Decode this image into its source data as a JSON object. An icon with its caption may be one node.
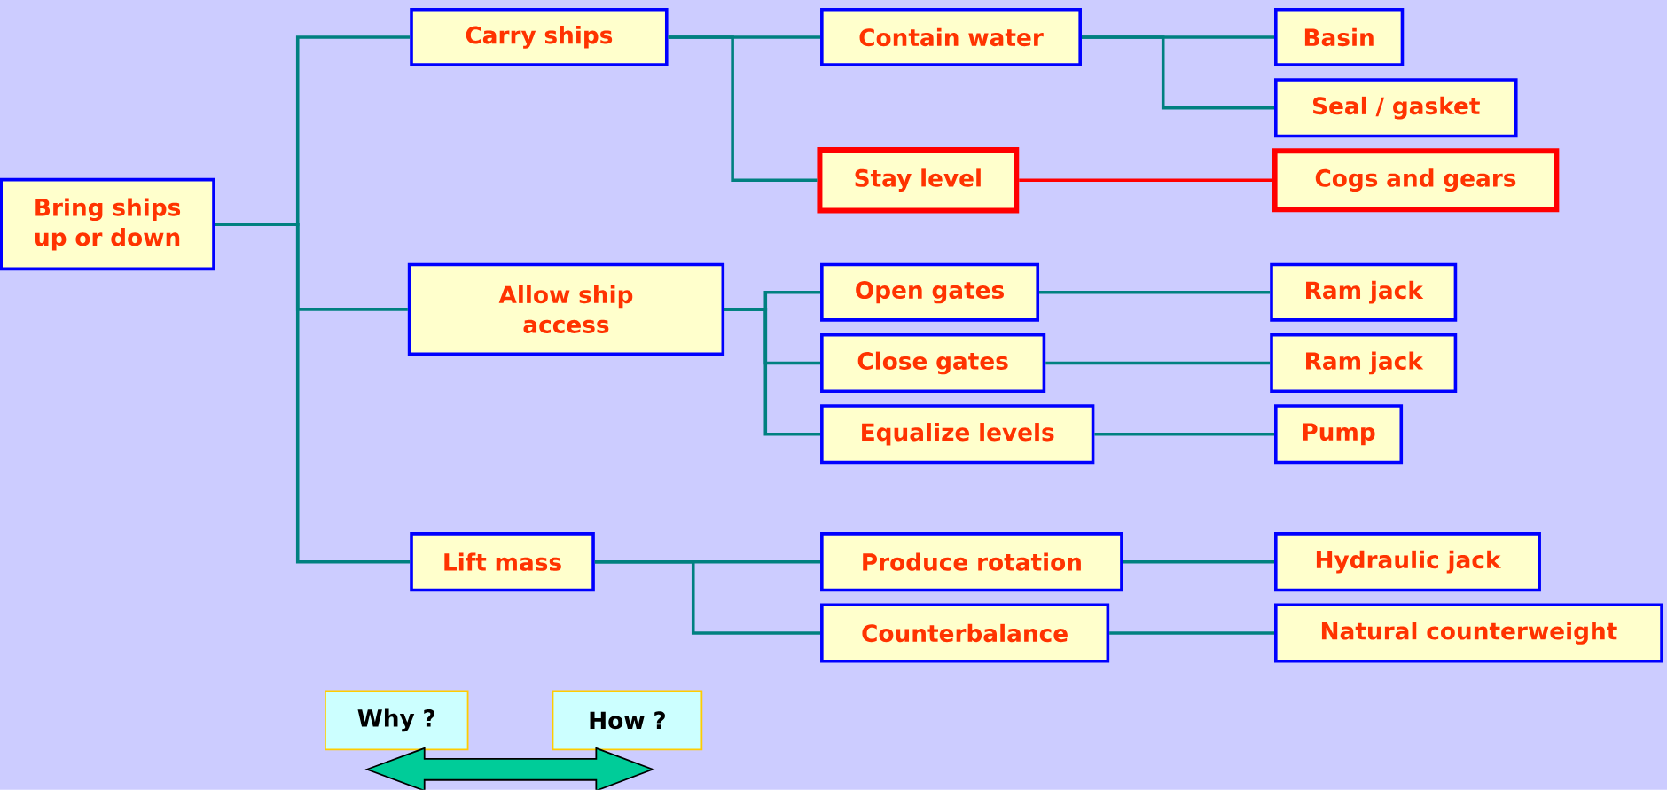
{
  "diagram": {
    "nodes": [
      {
        "text": [
          "Bring ships up or down"
        ]
      },
      {
        "text": [
          "Carry ships"
        ]
      },
      {
        "text": [
          "Contain water"
        ]
      },
      {
        "text": [
          "Basin"
        ]
      },
      {
        "text": [
          "Seal / gasket"
        ]
      },
      {
        "text": [
          "Stay level"
        ]
      },
      {
        "text": [
          "Cogs and gears"
        ]
      },
      {
        "text": [
          "Allow ship access"
        ]
      },
      {
        "text": [
          "Open gates"
        ]
      },
      {
        "text": [
          "Close gates"
        ]
      },
      {
        "text": [
          "Ram jack"
        ]
      },
      {
        "text": [
          "Ram jack"
        ]
      },
      {
        "text": [
          "Equalize levels"
        ]
      },
      {
        "text": [
          "Pump"
        ]
      },
      {
        "text": [
          "Lift mass"
        ]
      },
      {
        "text": [
          "Produce rotation"
        ]
      },
      {
        "text": [
          "Counterbalance"
        ]
      },
      {
        "text": [
          "Hydraulic jack"
        ]
      },
      {
        "text": [
          "Natural counterweight"
        ]
      },
      {
        "text": [
          "Why ?"
        ]
      },
      {
        "text": [
          "How ?"
        ]
      }
    ],
    "edges": [
      {
        "from": 0,
        "to": 1,
        "arrow": "none"
      },
      {
        "from": 0,
        "to": 7,
        "arrow": "none"
      },
      {
        "from": 0,
        "to": 14,
        "arrow": "none"
      },
      {
        "from": 1,
        "to": 2,
        "arrow": "none"
      },
      {
        "from": 1,
        "to": 5,
        "arrow": "none"
      },
      {
        "from": 2,
        "to": 3,
        "arrow": "none"
      },
      {
        "from": 2,
        "to": 4,
        "arrow": "none"
      },
      {
        "from": 5,
        "to": 6,
        "arrow": "none",
        "color": "#ff0000"
      },
      {
        "from": 7,
        "to": 8,
        "arrow": "none"
      },
      {
        "from": 7,
        "to": 9,
        "arrow": "none"
      },
      {
        "from": 7,
        "to": 12,
        "arrow": "none"
      },
      {
        "from": 8,
        "to": 10,
        "arrow": "none"
      },
      {
        "from": 9,
        "to": 11,
        "arrow": "none"
      },
      {
        "from": 12,
        "to": 13,
        "arrow": "none"
      },
      {
        "from": 14,
        "to": 15,
        "arrow": "none"
      },
      {
        "from": 14,
        "to": 16,
        "arrow": "none"
      },
      {
        "from": 15,
        "to": 17,
        "arrow": "none"
      },
      {
        "from": 16,
        "to": 18,
        "arrow": "none"
      },
      {
        "from": 19,
        "to": 20,
        "arrow": "both"
      }
    ]
  }
}
